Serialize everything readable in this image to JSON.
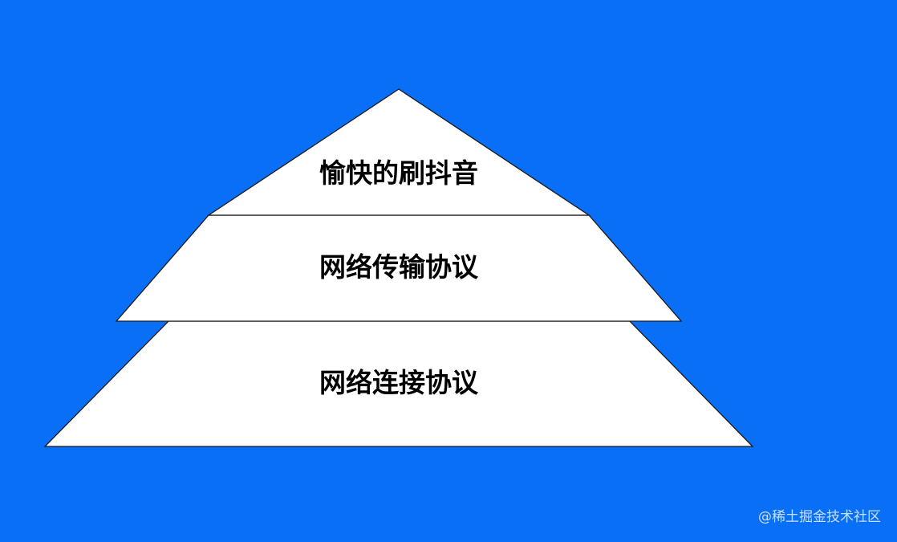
{
  "diagram": {
    "layers": [
      {
        "id": "top",
        "label": "愉快的刷抖音"
      },
      {
        "id": "middle",
        "label": "网络传输协议"
      },
      {
        "id": "bottom",
        "label": "网络连接协议"
      }
    ]
  },
  "watermark": {
    "text": "@稀土掘金技术社区"
  },
  "colors": {
    "background": "#0a6ff7",
    "layer_fill": "#ffffff",
    "layer_stroke": "#1a1a1a",
    "label_text": "#000000"
  }
}
